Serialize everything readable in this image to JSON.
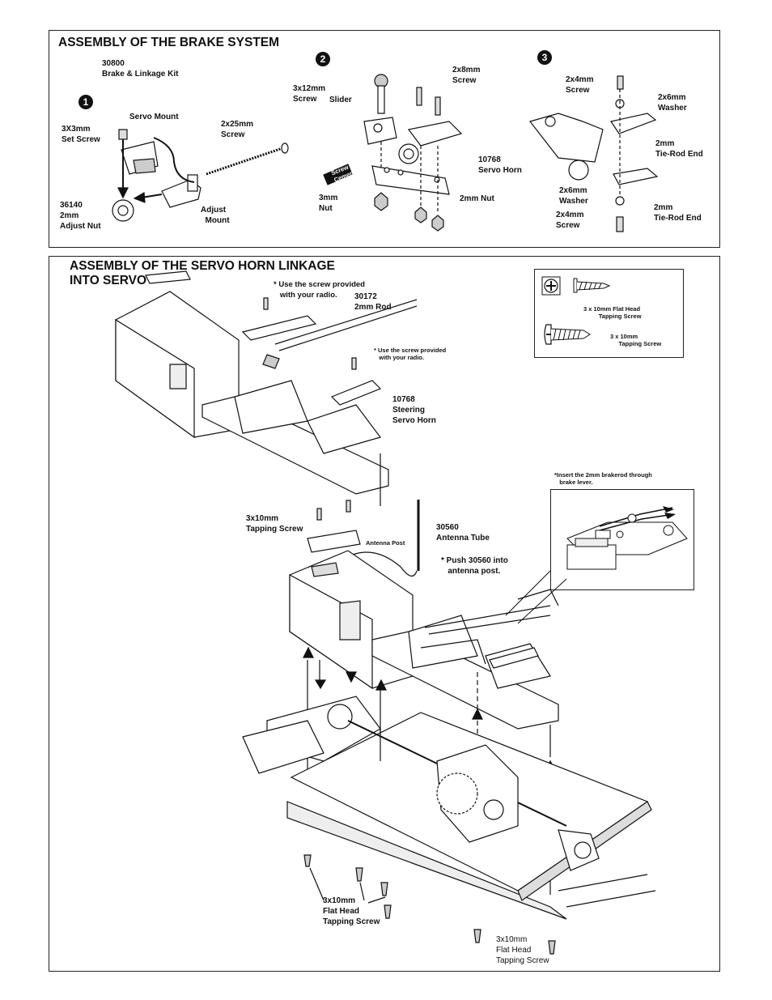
{
  "brake_section": {
    "title": "ASSEMBLY OF THE BRAKE SYSTEM",
    "kit_number": "30800",
    "kit_name": "Brake & Linkage Kit",
    "steps": [
      "1",
      "2",
      "3"
    ],
    "step1": {
      "servo_mount": "Servo Mount",
      "set_screw": "3X3mm\nSet Screw",
      "screw_25": "2x25mm\nScrew",
      "adjust_nut": "36140\n2mm\nAdjust Nut",
      "adjust_mount": "Adjust\n  Mount"
    },
    "step2": {
      "screw_12": "3x12mm\nScrew",
      "slider": "Slider",
      "screw_8": "2x8mm\nScrew",
      "servo_horn": "10768\nServo Horn",
      "screw_cement": "Screw\nCement",
      "nut_3": "3mm\nNut",
      "nut_2": "2mm Nut"
    },
    "step3": {
      "screw_4_top": "2x4mm\nScrew",
      "washer_top": "2x6mm\nWasher",
      "tie_rod_top": "2mm\nTie-Rod End",
      "washer_bottom": "2x6mm\nWasher",
      "screw_4_bottom": "2x4mm\nScrew",
      "tie_rod_bottom": "2mm\nTie-Rod End"
    }
  },
  "servo_section": {
    "title": "ASSEMBLY OF THE SERVO HORN LINKAGE\nINTO SERVO",
    "note_screw_1": "* Use the screw provided\n   with your radio.",
    "rod": "30172\n2mm Rod",
    "note_screw_2": "* Use the screw provided\n   with your radio.",
    "steering_horn": "10768\nSteering\nServo Horn",
    "tapping_screw": "3x10mm\nTapping Screw",
    "antenna_post": "Antenna Post",
    "antenna_tube": "30560\nAntenna Tube",
    "push_note": "* Push 30560 into\n   antenna post.",
    "brakerod_note": "*Insert the 2mm brakerod through\n   brake lever.",
    "flat_head_1": "3x10mm\nFlat Head\nTapping Screw",
    "flat_head_2": "3x10mm\nFlat Head\nTapping Screw"
  },
  "legend": {
    "flat_head": "3 x 10mm Flat Head\n         Tapping Screw",
    "round_head": "3 x 10mm\n     Tapping Screw"
  }
}
